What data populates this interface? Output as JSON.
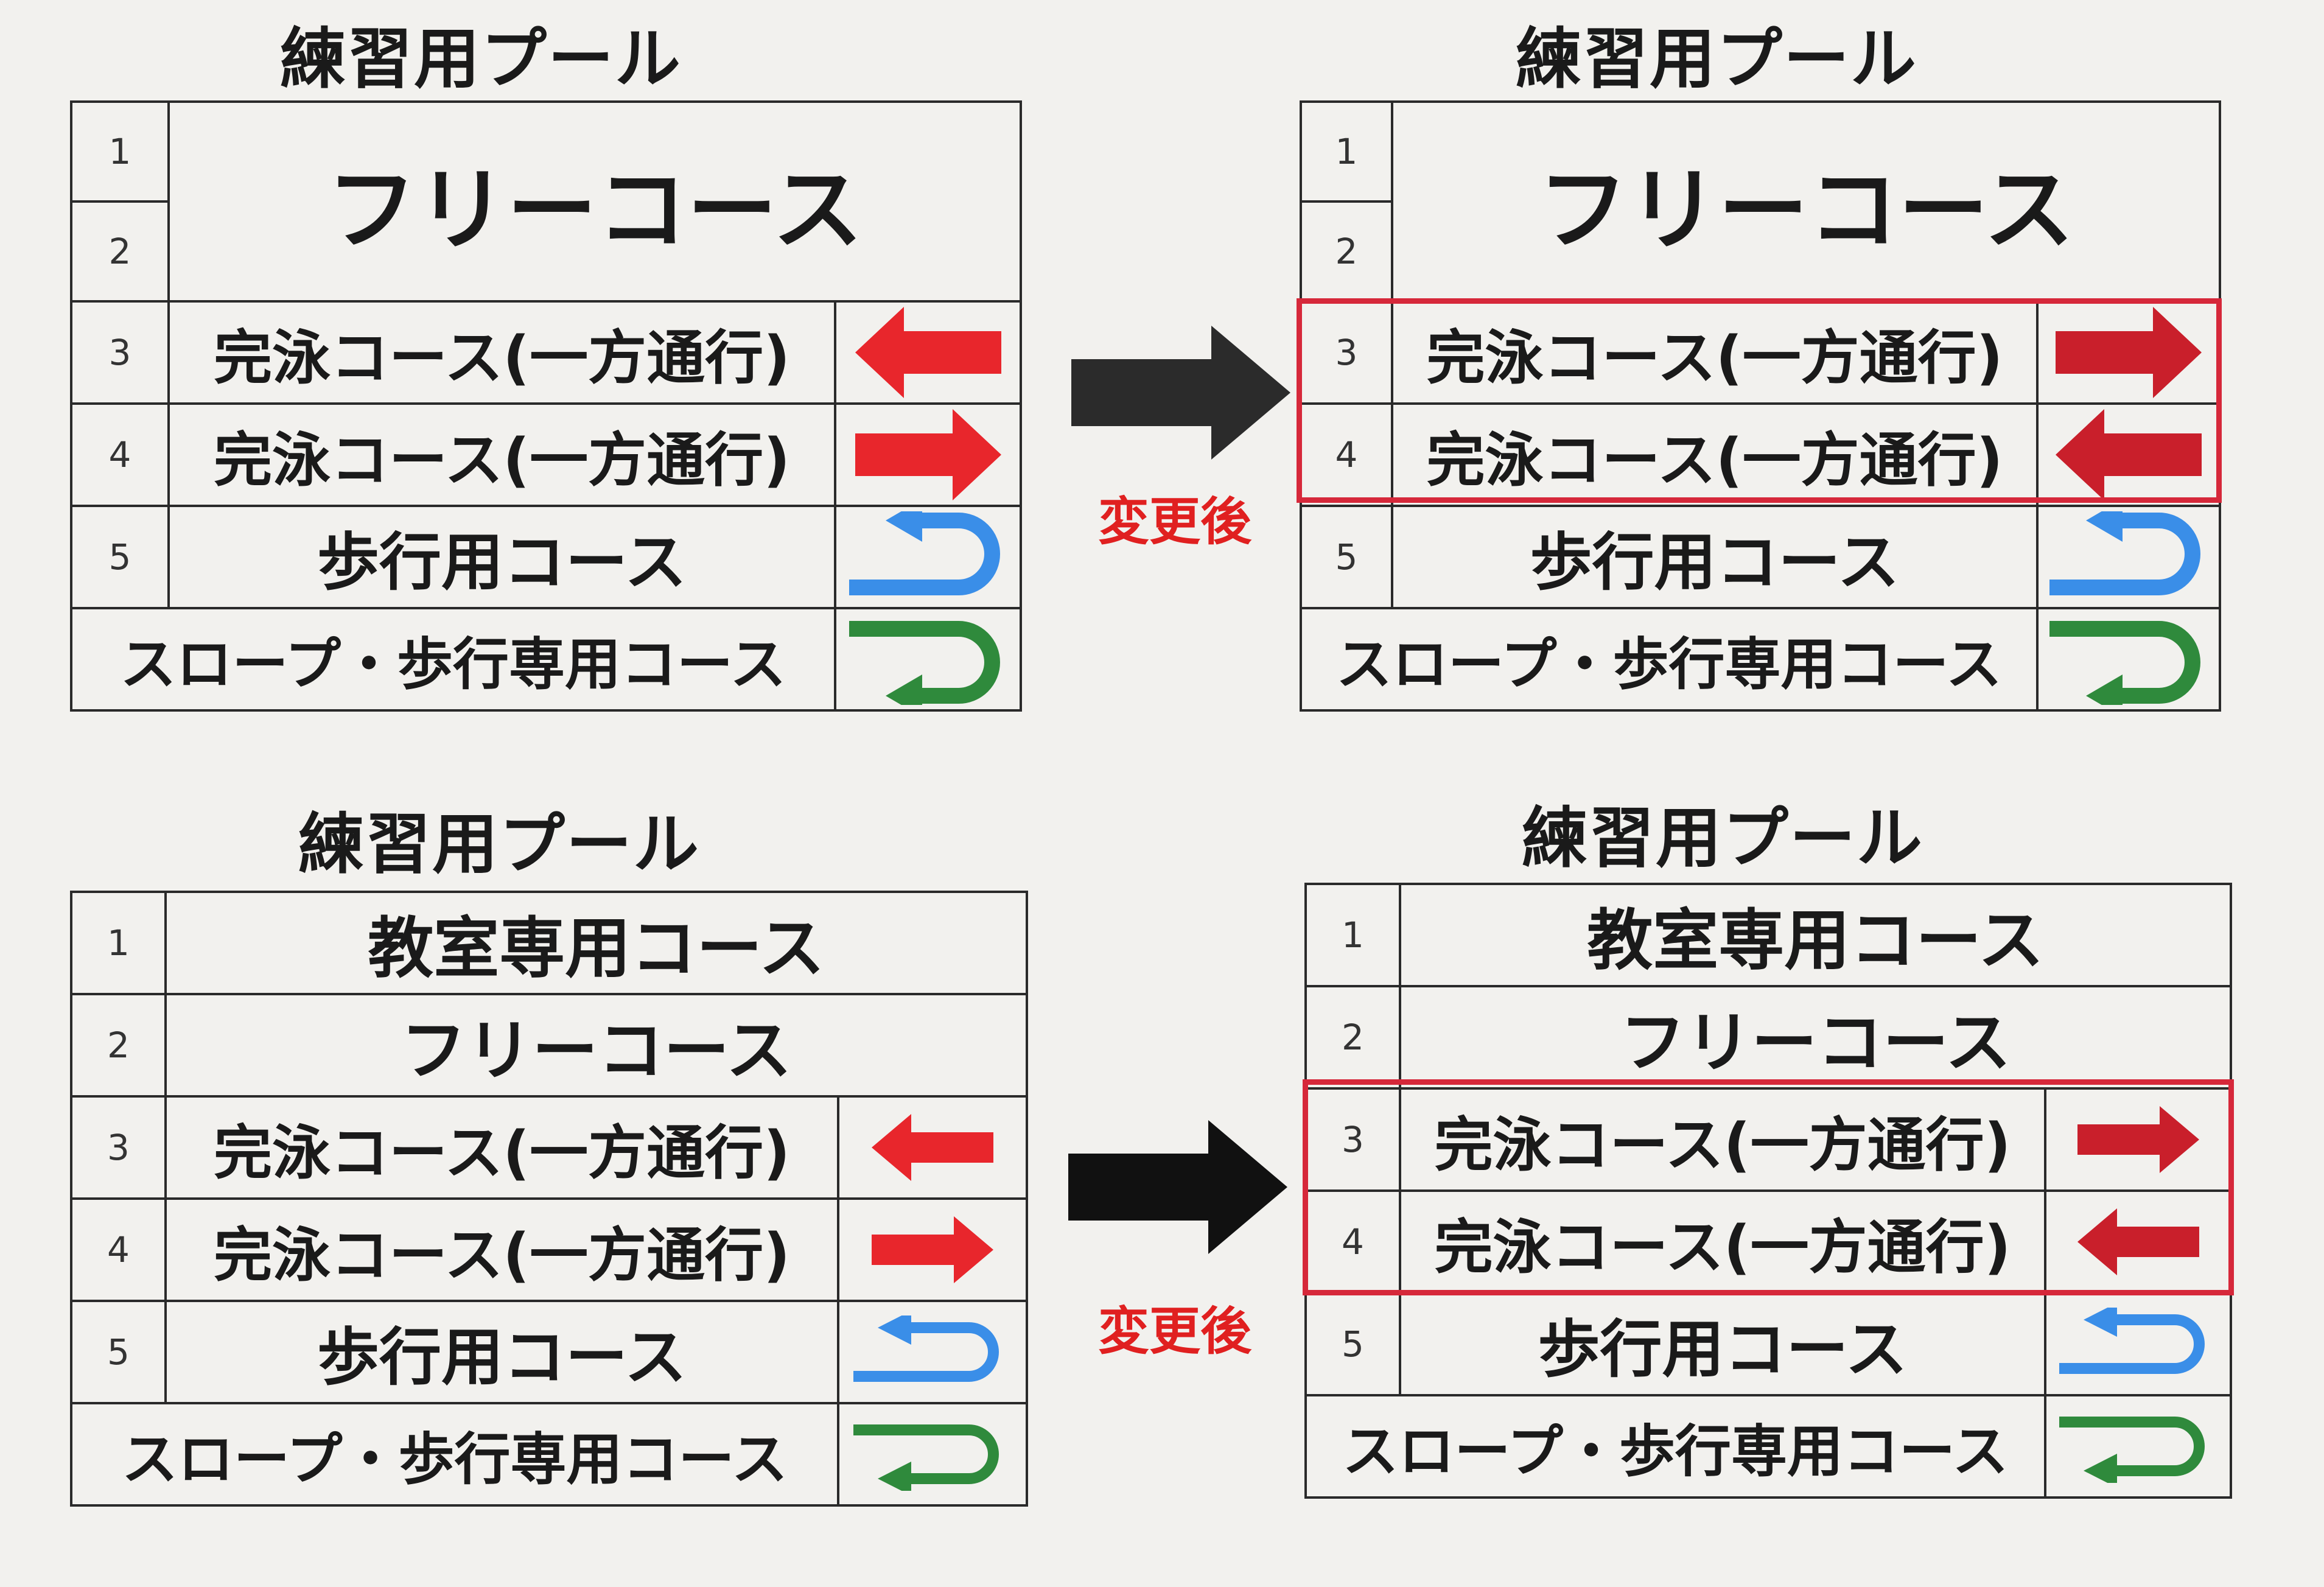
{
  "colors": {
    "red_arrow": "#e8262c",
    "red_arrow_after": "#c91f2b",
    "highlight_border": "#d6283a",
    "blue_uturn": "#3a8ee8",
    "green_uturn": "#2f8a3c",
    "change_arrow": "#111111",
    "change_label": "#e02020"
  },
  "icons": {
    "arrow_left": "left-arrow-icon",
    "arrow_right": "right-arrow-icon",
    "uturn_blue": "u-turn-blue-icon",
    "uturn_green": "u-turn-green-icon",
    "change_arrow": "big-right-arrow-icon"
  },
  "change_label": "変更後",
  "top_before": {
    "title": "練習用プール",
    "rows": [
      {
        "num": "1"
      },
      {
        "num": "2"
      },
      {
        "num": "3",
        "name": "完泳コース(一方通行)"
      },
      {
        "num": "4",
        "name": "完泳コース(一方通行)"
      },
      {
        "num": "5",
        "name": "歩行用コース"
      },
      {
        "name": "スロープ・歩行専用コース"
      }
    ],
    "merged_name": "フリーコース"
  },
  "top_after": {
    "title": "練習用プール",
    "rows": [
      {
        "num": "1"
      },
      {
        "num": "2"
      },
      {
        "num": "3",
        "name": "完泳コース(一方通行)"
      },
      {
        "num": "4",
        "name": "完泳コース(一方通行)"
      },
      {
        "num": "5",
        "name": "歩行用コース"
      },
      {
        "name": "スロープ・歩行専用コース"
      }
    ],
    "merged_name": "フリーコース"
  },
  "bottom_before": {
    "title": "練習用プール",
    "rows": [
      {
        "num": "1",
        "name": "教室専用コース"
      },
      {
        "num": "2",
        "name": "フリーコース"
      },
      {
        "num": "3",
        "name": "完泳コース(一方通行)"
      },
      {
        "num": "4",
        "name": "完泳コース(一方通行)"
      },
      {
        "num": "5",
        "name": "歩行用コース"
      },
      {
        "name": "スロープ・歩行専用コース"
      }
    ]
  },
  "bottom_after": {
    "title": "練習用プール",
    "rows": [
      {
        "num": "1",
        "name": "教室専用コース"
      },
      {
        "num": "2",
        "name": "フリーコース"
      },
      {
        "num": "3",
        "name": "完泳コース(一方通行)"
      },
      {
        "num": "4",
        "name": "完泳コース(一方通行)"
      },
      {
        "num": "5",
        "name": "歩行用コース"
      },
      {
        "name": "スロープ・歩行専用コース"
      }
    ]
  }
}
